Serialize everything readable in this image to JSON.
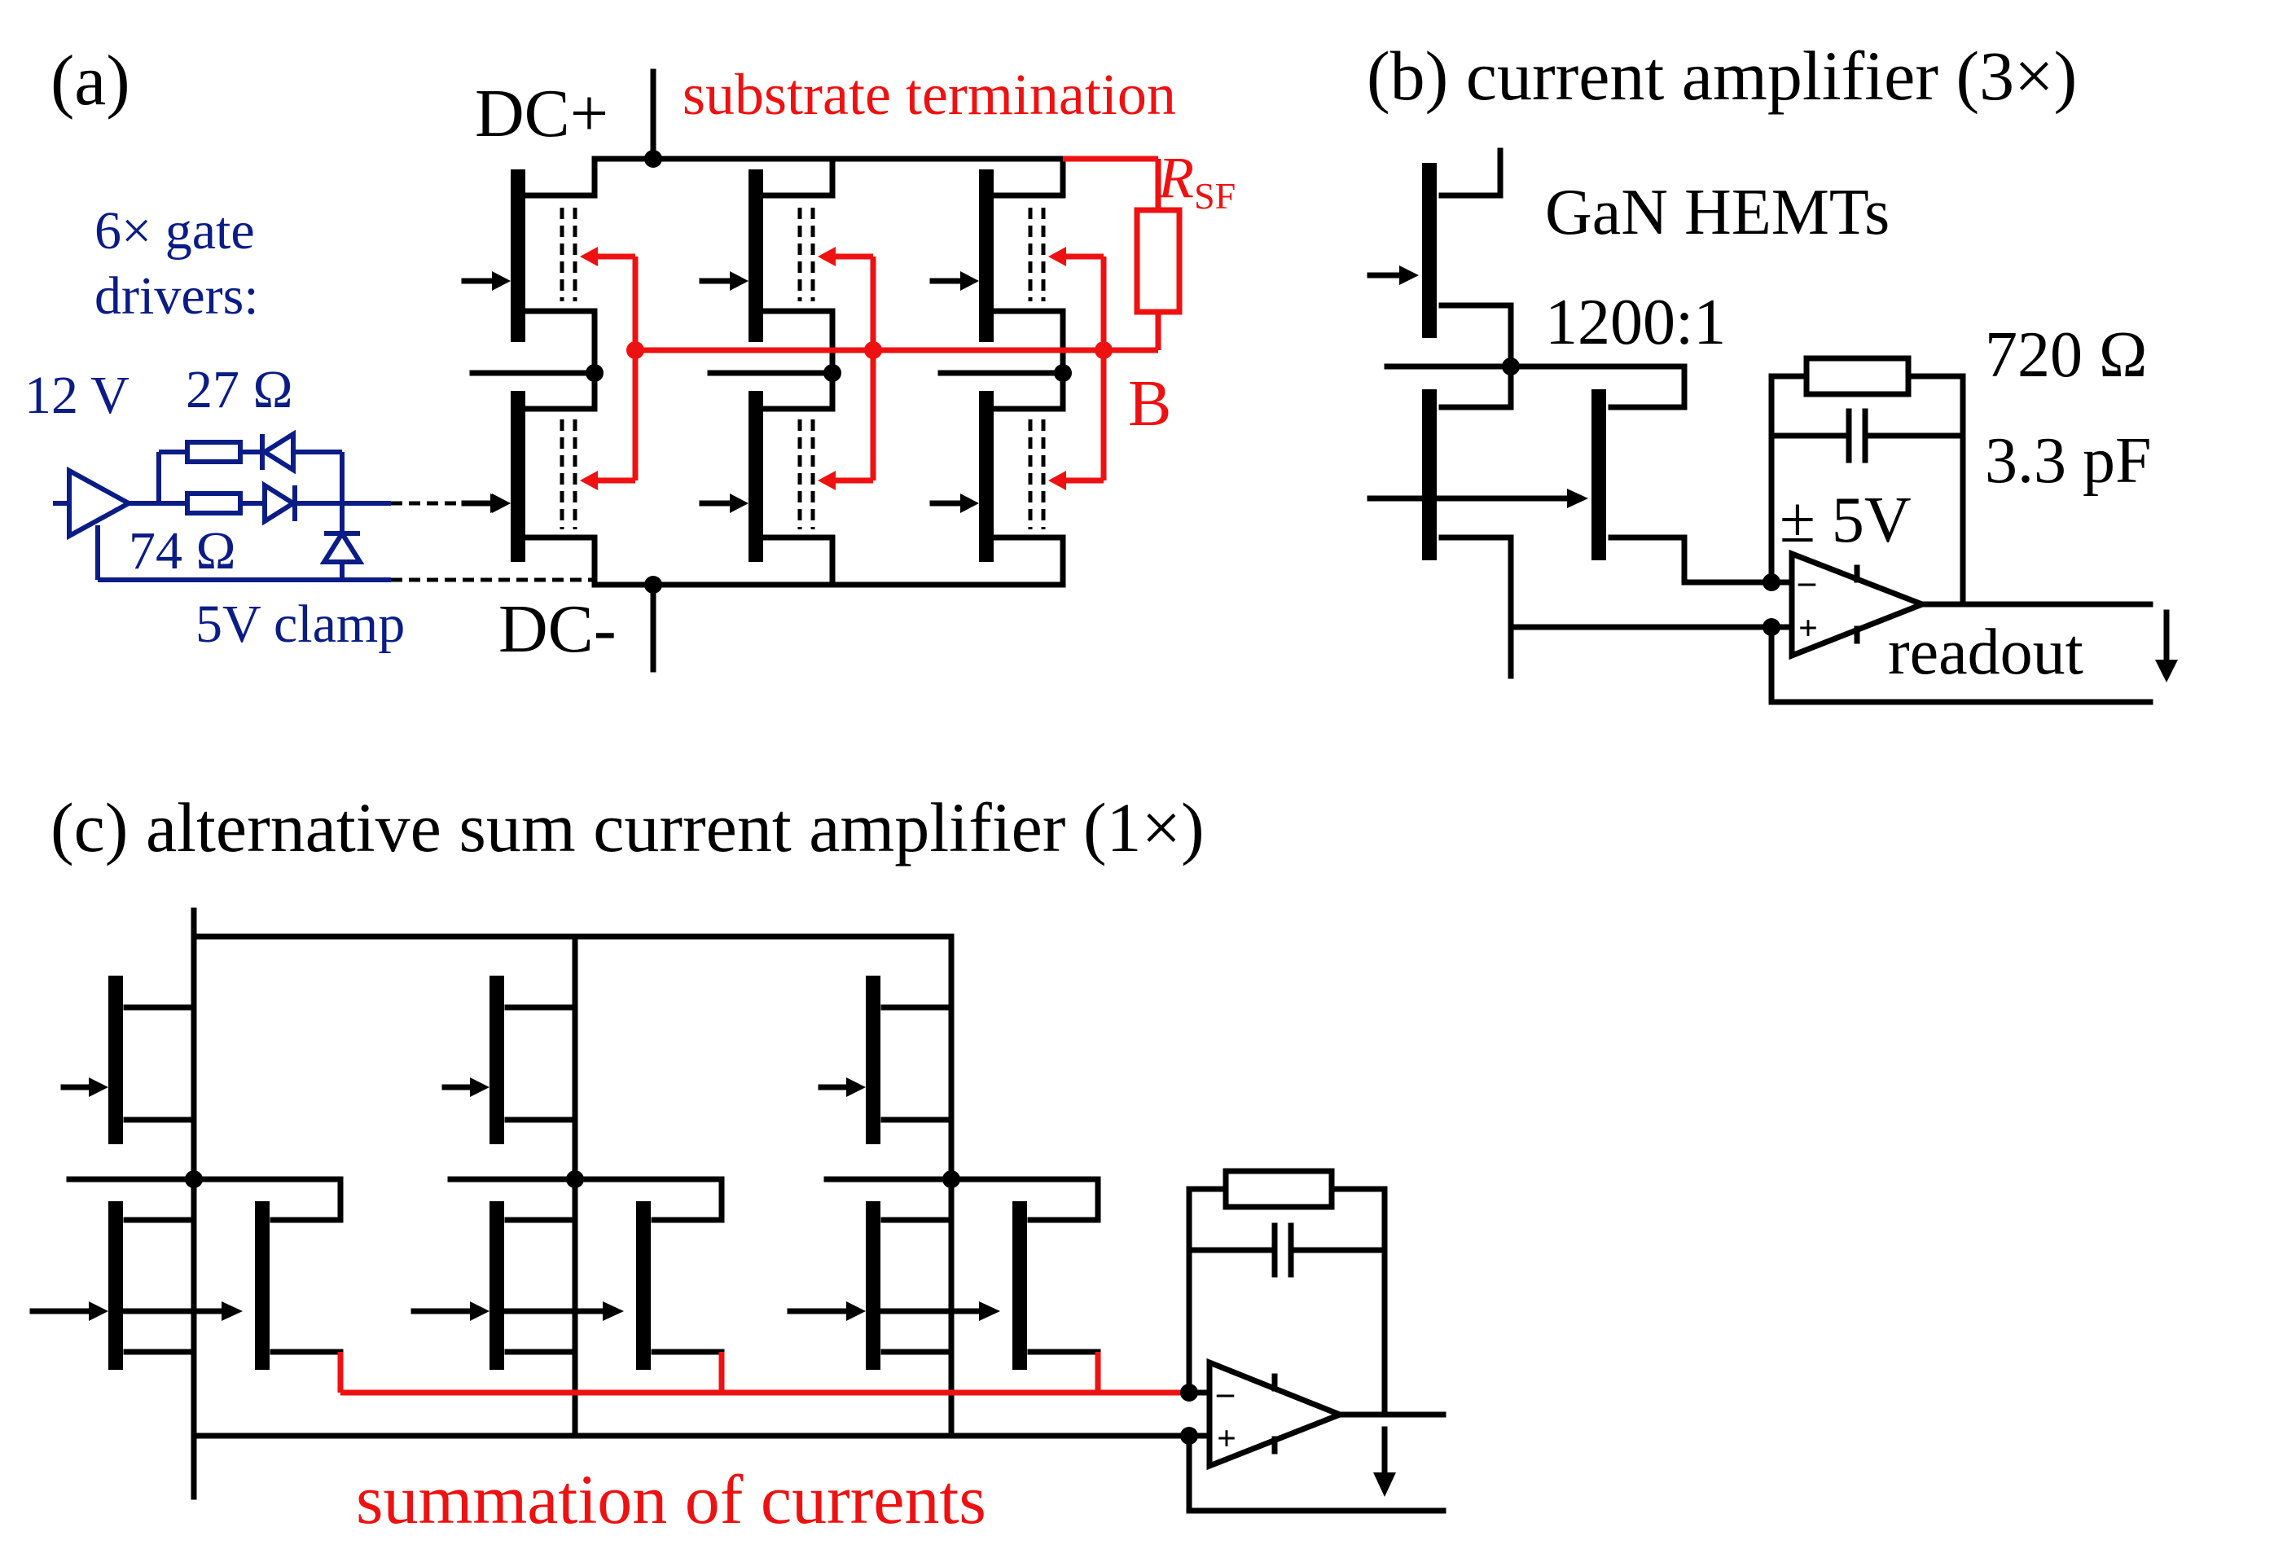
{
  "panel_a": {
    "label": "(a)",
    "dc_plus": "DC+",
    "dc_minus": "DC-",
    "substrate_label": "substrate termination",
    "rsf_main": "R",
    "rsf_sub": "SF",
    "node_b": "B",
    "gate_drivers_line1": "6× gate",
    "gate_drivers_line2": "drivers:",
    "v12": "12 V",
    "r27": "27 Ω",
    "r74": "74 Ω",
    "clamp": "5V clamp"
  },
  "panel_b": {
    "title": "(b) current amplifier  (3×)",
    "hemts": "GaN HEMTs",
    "ratio": "1200:1",
    "r720": "720 Ω",
    "c33": "3.3 pF",
    "supply": "± 5V",
    "readout": "readout"
  },
  "panel_c": {
    "title": "(c) alternative sum current amplifier  (1×)",
    "summation": "summation of currents"
  },
  "colors": {
    "wire": "#000000",
    "substrate": "#ee1111",
    "driver": "#0a1c86"
  }
}
